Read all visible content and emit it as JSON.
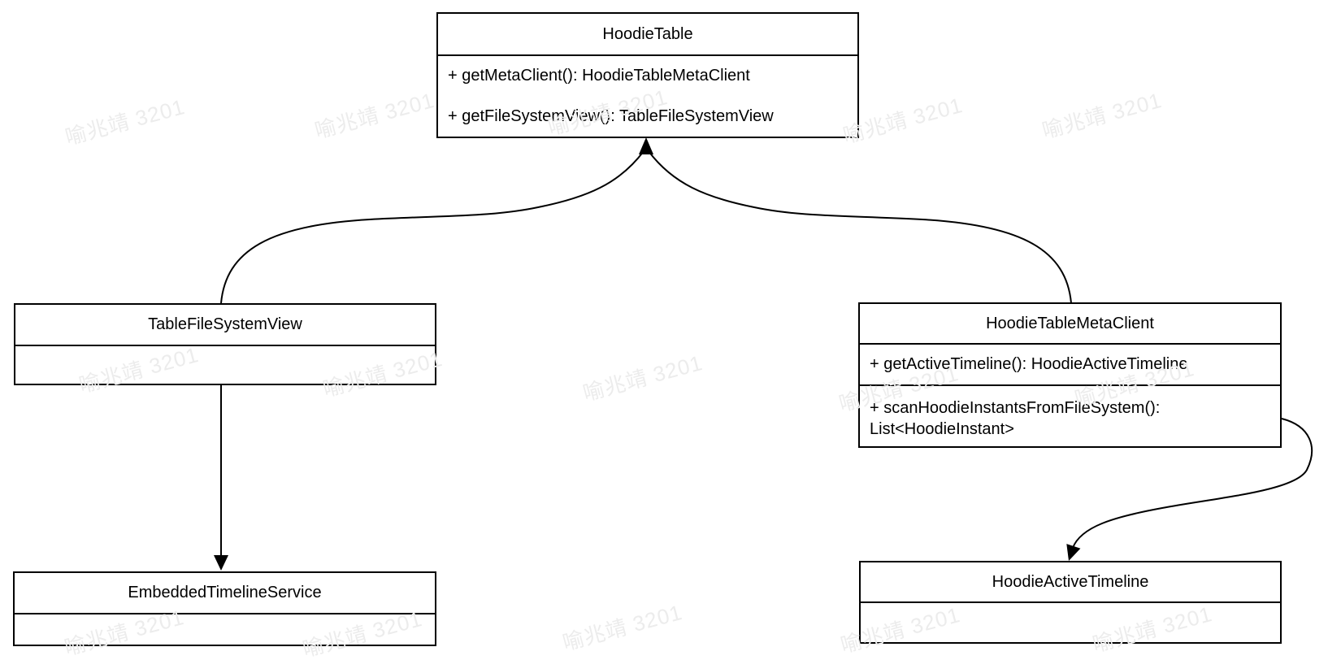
{
  "classes": {
    "hoodie_table": {
      "title": "HoodieTable",
      "method_1": "+ getMetaClient(): HoodieTableMetaClient",
      "method_2": "+ getFileSystemView(): TableFileSystemView"
    },
    "table_file_system_view": {
      "title": "TableFileSystemView"
    },
    "hoodie_table_meta_client": {
      "title": "HoodieTableMetaClient",
      "method_1": "+ getActiveTimeline(): HoodieActiveTimeline",
      "method_2": "+ scanHoodieInstantsFromFileSystem(): List<HoodieInstant>"
    },
    "embedded_timeline_service": {
      "title": "EmbeddedTimelineService"
    },
    "hoodie_active_timeline": {
      "title": "HoodieActiveTimeline"
    }
  },
  "relations": [
    {
      "from": "TableFileSystemView",
      "to": "HoodieTable",
      "style": "curved-solid-arrow"
    },
    {
      "from": "HoodieTableMetaClient",
      "to": "HoodieTable",
      "style": "curved-solid-arrow"
    },
    {
      "from": "TableFileSystemView",
      "to": "EmbeddedTimelineService",
      "style": "straight-solid-arrow"
    },
    {
      "from": "HoodieTableMetaClient",
      "to": "HoodieActiveTimeline",
      "style": "curved-solid-arrow"
    }
  ],
  "watermark": {
    "text": "喻兆靖 3201",
    "color": "#ececec"
  },
  "colors": {
    "line": "#000000",
    "box_fill": "#ffffff",
    "text": "#000000",
    "background": "#ffffff"
  }
}
